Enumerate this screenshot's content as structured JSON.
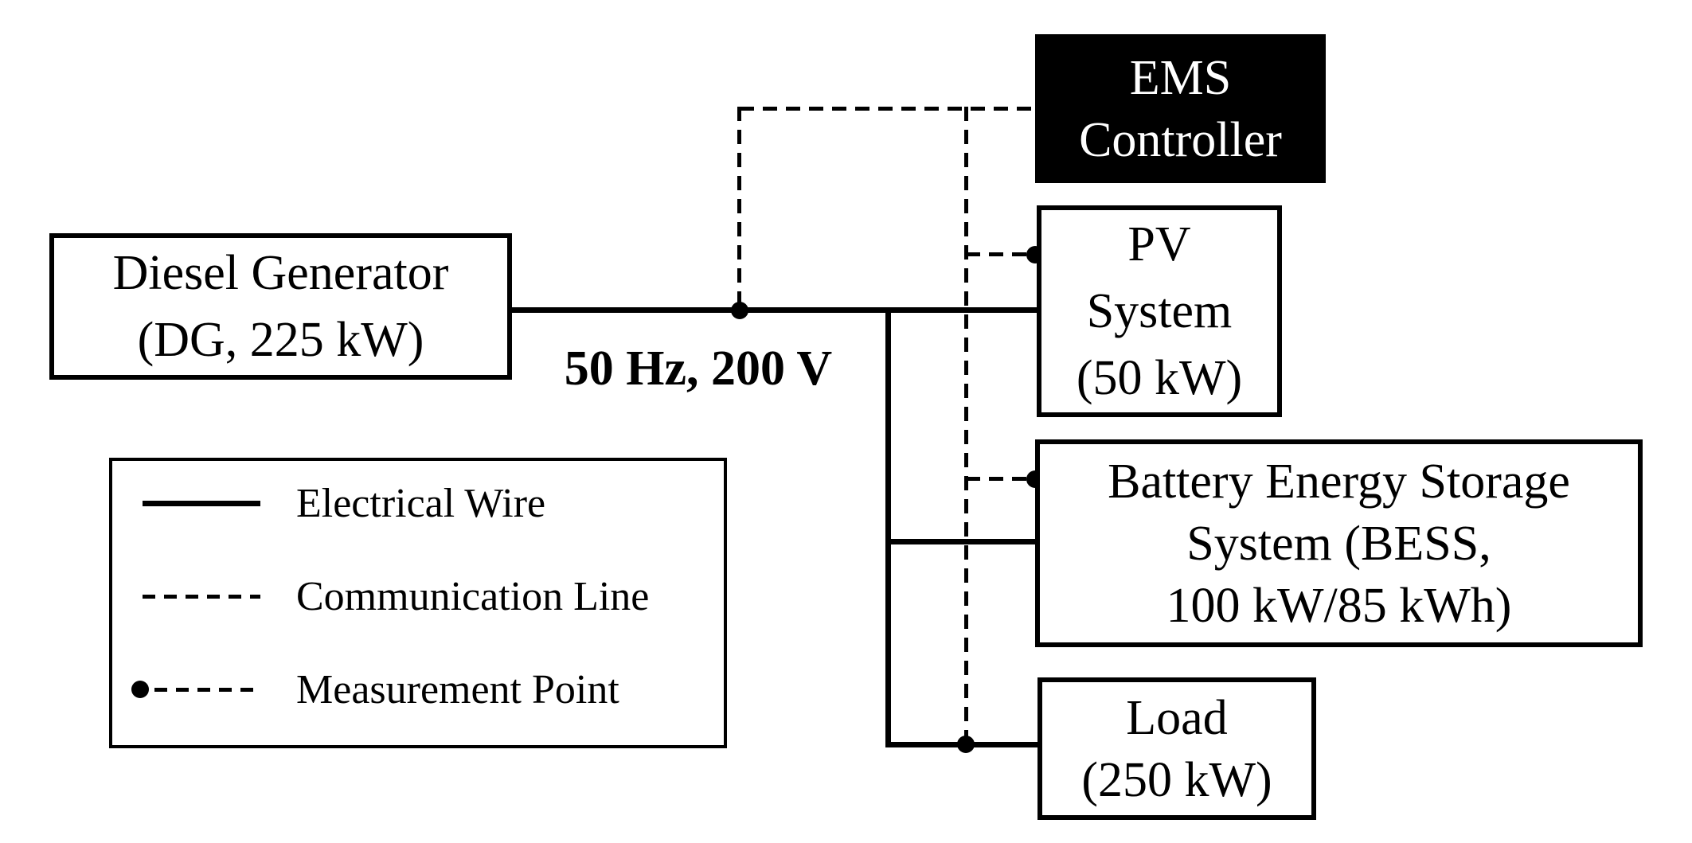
{
  "diagram": {
    "nodes": {
      "dg": {
        "line1": "Diesel Generator",
        "line2": "(DG, 225 kW)"
      },
      "ems": {
        "line1": "EMS",
        "line2": "Controller"
      },
      "pv": {
        "line1": "PV",
        "line2": "System",
        "line3": "(50 kW)"
      },
      "bess": {
        "line1": "Battery Energy Storage",
        "line2": "System (BESS,",
        "line3": "100 kW/85 kWh)"
      },
      "load": {
        "line1": "Load",
        "line2": "(250 kW)"
      }
    },
    "bus_label": "50 Hz, 200 V",
    "legend": {
      "electrical_wire": "Electrical Wire",
      "communication_line": "Communication Line",
      "measurement_point": "Measurement Point"
    },
    "colors": {
      "ink": "#000000",
      "background": "#ffffff",
      "ems_fill": "#000000",
      "ems_text": "#ffffff"
    }
  }
}
